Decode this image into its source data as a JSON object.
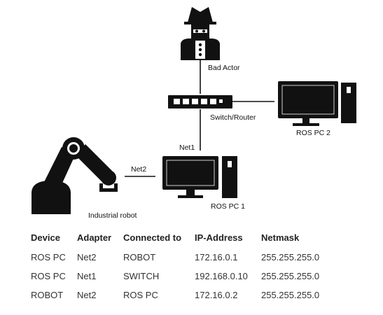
{
  "labels": {
    "bad_actor": "Bad Actor",
    "switch_router": "Switch/Router",
    "ros_pc_2": "ROS PC 2",
    "net1": "Net1",
    "net2": "Net2",
    "ros_pc_1": "ROS PC 1",
    "industrial_robot": "Industrial robot"
  },
  "table": {
    "headers": [
      "Device",
      "Adapter",
      "Connected to",
      "IP-Address",
      "Netmask"
    ],
    "rows": [
      [
        "ROS PC",
        "Net2",
        "ROBOT",
        "172.16.0.1",
        "255.255.255.0"
      ],
      [
        "ROS PC",
        "Net1",
        "SWITCH",
        "192.168.0.10",
        "255.255.255.0"
      ],
      [
        "ROBOT",
        "Net2",
        "ROS PC",
        "172.16.0.2",
        "255.255.255.0"
      ]
    ]
  },
  "icons": [
    "bad-actor-icon",
    "switch-router-icon",
    "computer-icon",
    "industrial-robot-icon"
  ]
}
